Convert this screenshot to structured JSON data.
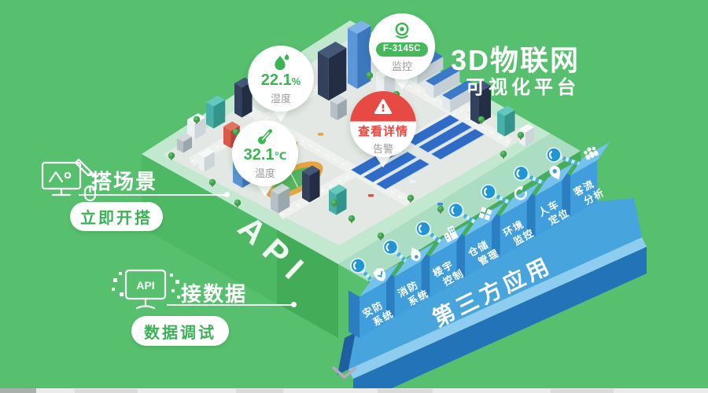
{
  "title": {
    "line1": "3D物联网",
    "line2": "可视化平台"
  },
  "scene": {
    "heading": "搭场景",
    "button": "立即开搭"
  },
  "connect": {
    "heading": "接数据",
    "button": "数据调试",
    "api_icon_label": "API"
  },
  "platform": {
    "api_label": "API",
    "third_party": "第三方应用"
  },
  "callouts": {
    "humidity": {
      "value": "22.1",
      "unit": "%",
      "label": "湿度"
    },
    "camera": {
      "device": "F-3145C",
      "label": "监控"
    },
    "alert": {
      "action": "查看详情",
      "label": "告警"
    },
    "temperature": {
      "value": "32.1",
      "unit": "℃",
      "label": "温度"
    }
  },
  "panels": [
    {
      "line1": "安防",
      "line2": "系统",
      "icon": "shield-icon"
    },
    {
      "line1": "消防",
      "line2": "系统",
      "icon": "flame-icon"
    },
    {
      "line1": "楼宇",
      "line2": "控制",
      "icon": "building-icon"
    },
    {
      "line1": "仓储",
      "line2": "管理",
      "icon": "boxes-icon"
    },
    {
      "line1": "环境",
      "line2": "监控",
      "icon": "refresh-icon"
    },
    {
      "line1": "人车",
      "line2": "定位",
      "icon": "location-pin-icon"
    },
    {
      "line1": "客流",
      "line2": "分析",
      "icon": "people-icon"
    }
  ],
  "colors": {
    "background": "#56c06e",
    "accent_green": "#3bb256",
    "alert_red": "#e64a42",
    "platform_blue": "#47a4dd",
    "panel_blue": "#3f9edb"
  }
}
